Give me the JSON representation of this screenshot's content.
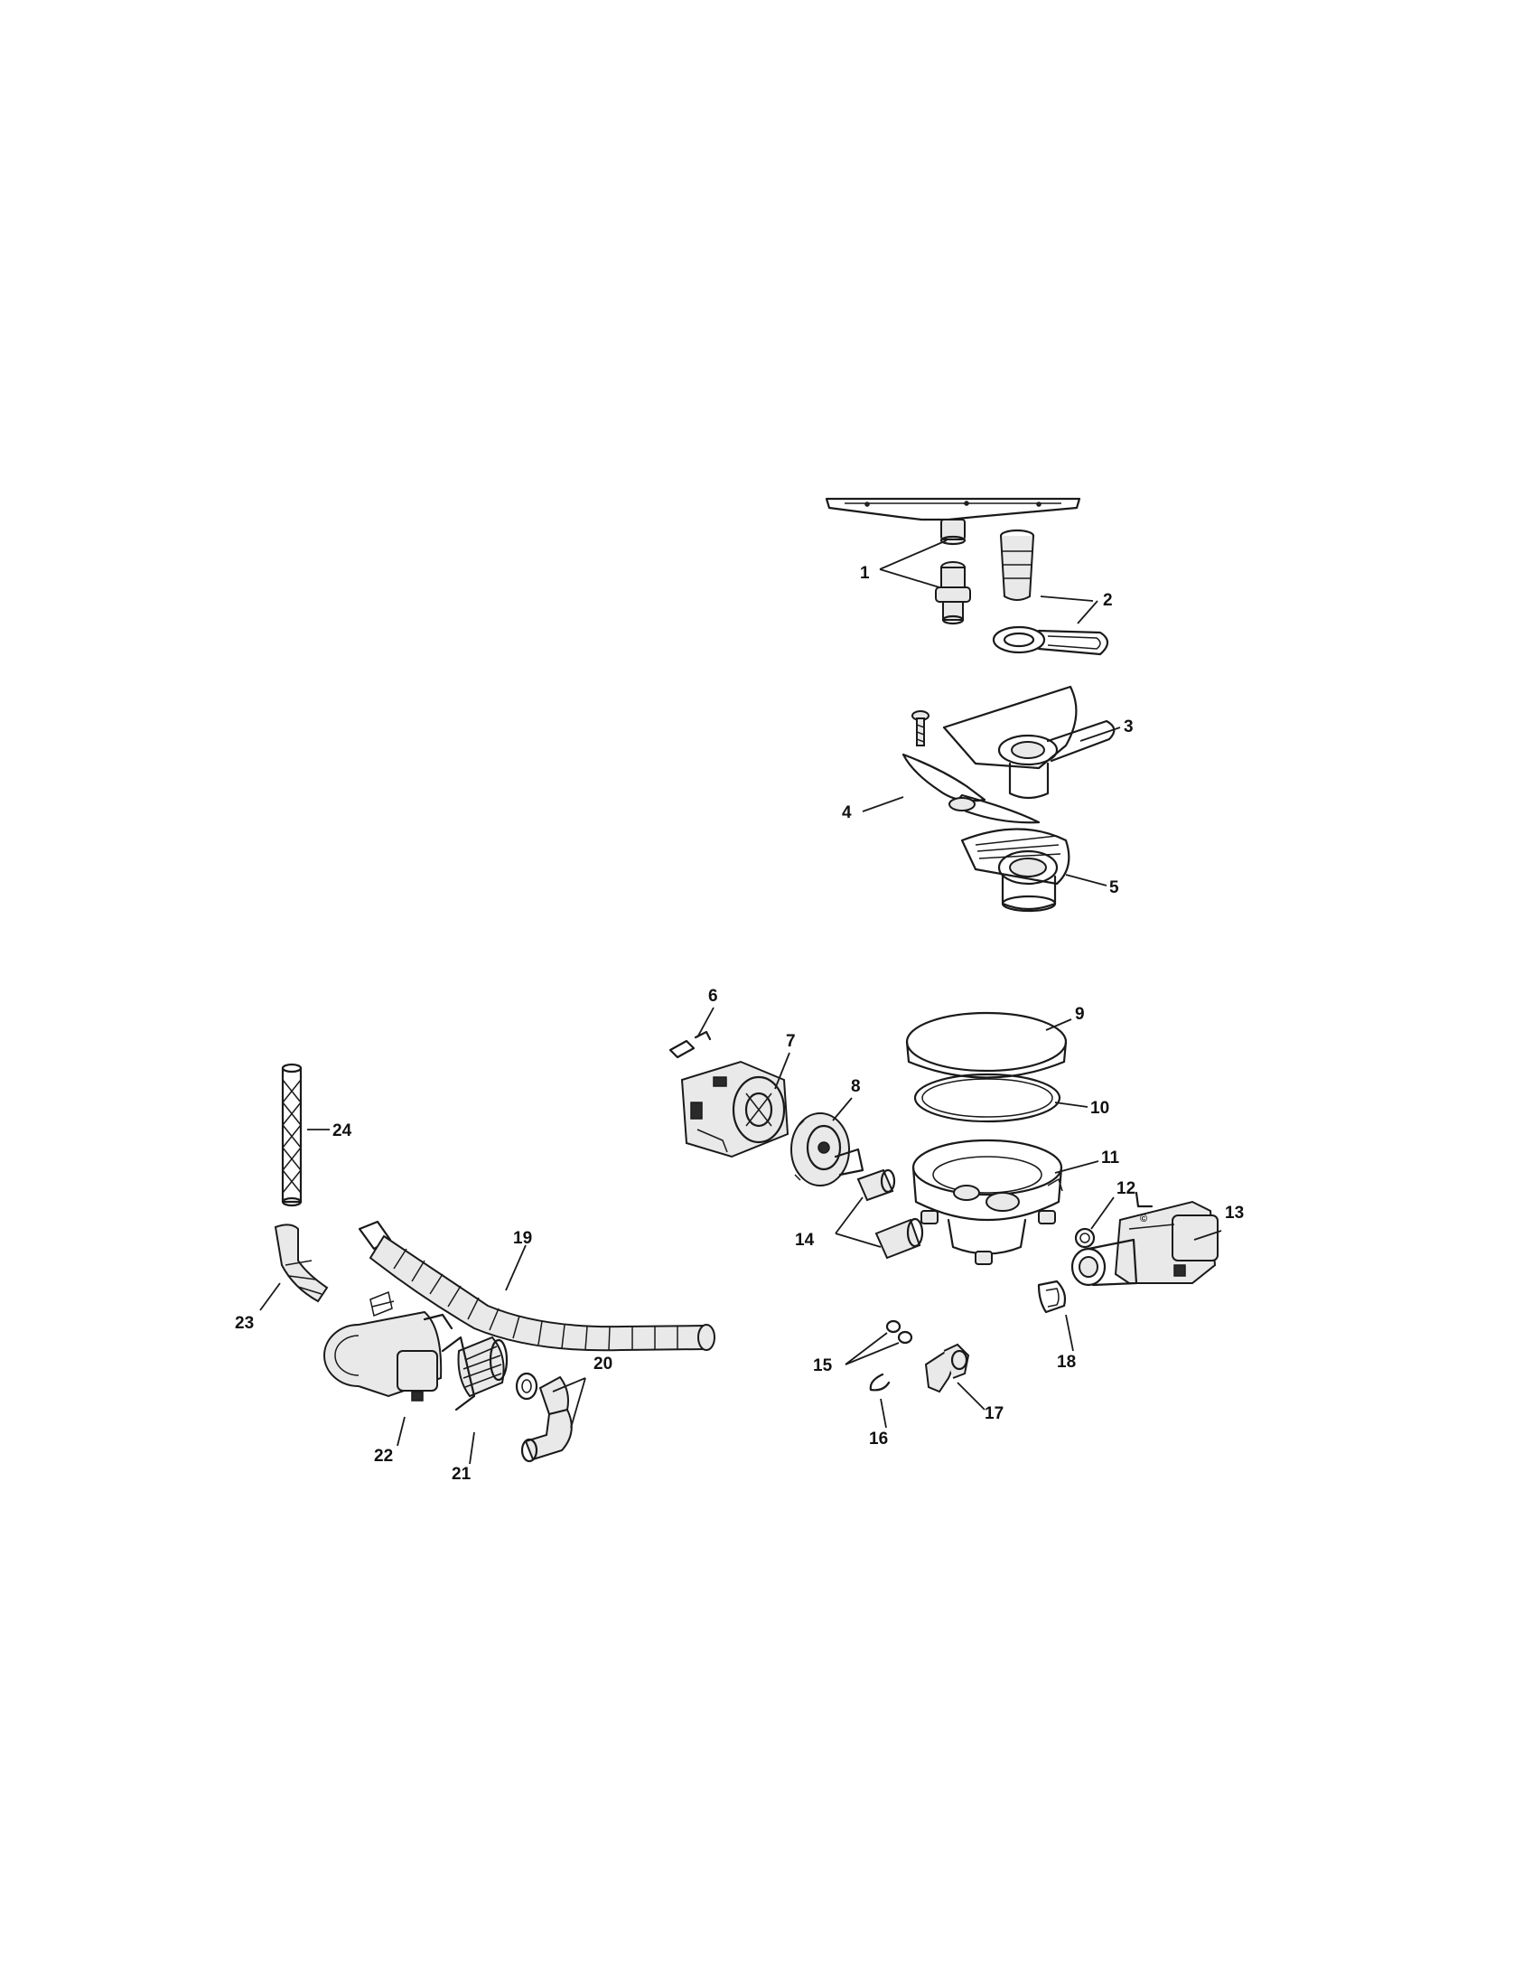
{
  "diagram": {
    "callouts": [
      {
        "id": "1",
        "label": "1"
      },
      {
        "id": "2",
        "label": "2"
      },
      {
        "id": "3",
        "label": "3"
      },
      {
        "id": "4",
        "label": "4"
      },
      {
        "id": "5",
        "label": "5"
      },
      {
        "id": "6",
        "label": "6"
      },
      {
        "id": "7",
        "label": "7"
      },
      {
        "id": "8",
        "label": "8"
      },
      {
        "id": "9",
        "label": "9"
      },
      {
        "id": "10",
        "label": "10"
      },
      {
        "id": "11",
        "label": "11"
      },
      {
        "id": "12",
        "label": "12"
      },
      {
        "id": "13",
        "label": "13"
      },
      {
        "id": "14",
        "label": "14"
      },
      {
        "id": "15",
        "label": "15"
      },
      {
        "id": "16",
        "label": "16"
      },
      {
        "id": "17",
        "label": "17"
      },
      {
        "id": "18",
        "label": "18"
      },
      {
        "id": "19",
        "label": "19"
      },
      {
        "id": "20",
        "label": "20"
      },
      {
        "id": "21",
        "label": "21"
      },
      {
        "id": "22",
        "label": "22"
      },
      {
        "id": "23",
        "label": "23"
      },
      {
        "id": "24",
        "label": "24"
      }
    ]
  }
}
